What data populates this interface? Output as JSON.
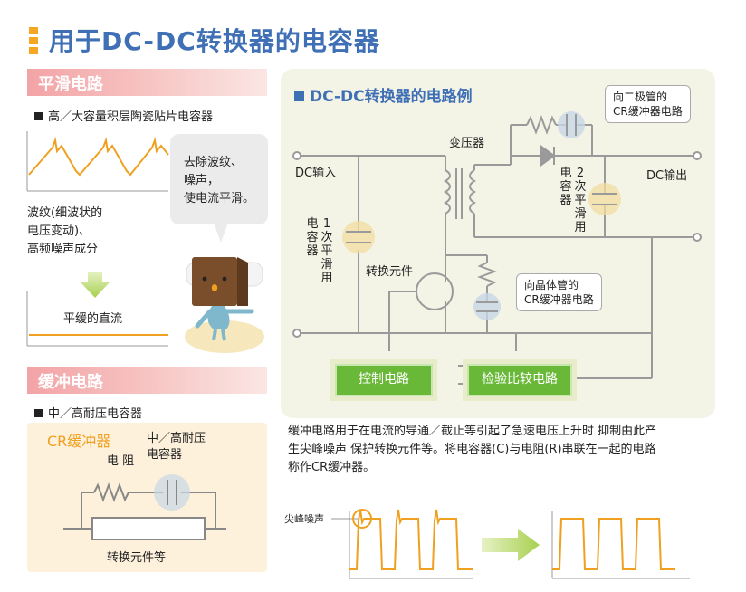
{
  "page_title": "用于DC-DC转换器的电容器",
  "smoothing": {
    "band": "平滑电路",
    "subtitle": "高／大容量积层陶瓷贴片电容器",
    "ripple_text_1": "波纹(细波状的",
    "ripple_text_2": "电压变动)、",
    "ripple_text_3": "高频噪声成分",
    "flat_label": "平缓的直流",
    "bubble_1": "去除波纹、",
    "bubble_2": "噪声，",
    "bubble_3": "使电流平滑。"
  },
  "snubber": {
    "band": "缓冲电路",
    "subtitle": "中／高耐压电容器",
    "cr_title": "CR缓冲器",
    "cap_label_1": "中／高耐压",
    "cap_label_2": "电容器",
    "resistor_label": "电 阻",
    "switch_label": "转换元件等"
  },
  "circuit": {
    "title": "DC-DC转换器的电路例",
    "dc_in": "DC输入",
    "dc_out": "DC输出",
    "transformer": "变压器",
    "switch": "转换元件",
    "primary_cap": [
      "电",
      "容",
      "器"
    ],
    "primary_cap_b": [
      "1",
      "次",
      "平",
      "滑",
      "用"
    ],
    "secondary_cap": [
      "电",
      "容",
      "器"
    ],
    "secondary_cap_b": [
      "2",
      "次",
      "平",
      "滑",
      "用"
    ],
    "callout_diode_1": "向二极管的",
    "callout_diode_2": "CR缓冲器电路",
    "callout_tr_1": "向晶体管的",
    "callout_tr_2": "CR缓冲器电路",
    "control": "控制电路",
    "compare": "检验比较电路"
  },
  "description": {
    "line1": "缓冲电路用于在电流的导通／截止等引起了急速电压上升时 抑制由此产",
    "line2": "生尖峰噪声 保护转换元件等。将电容器(C)与电阻(R)串联在一起的电路",
    "line3": "称作CR缓冲器。",
    "spike_label": "尖峰噪声"
  },
  "colors": {
    "accent_blue": "#3f6fb5",
    "band_pink": "#f3a3a6",
    "wave_orange": "#f0a020",
    "green": "#6ab838",
    "arrow_green": "#a8d050",
    "cap_blue": "#c7d7e6",
    "cap_yellow": "#f3dea0"
  }
}
